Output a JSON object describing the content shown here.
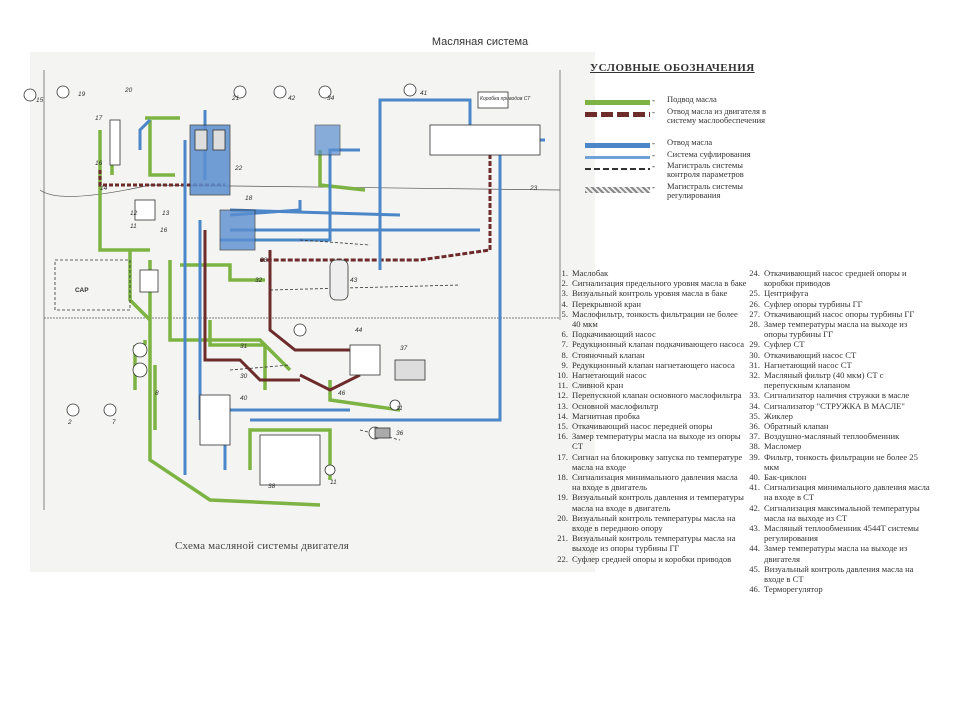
{
  "title": "Масляная система",
  "caption": "Схема масляной системы двигателя",
  "legend": {
    "title": "УСЛОВНЫЕ ОБОЗНАЧЕНИЯ",
    "items": [
      {
        "label": "Подвод масла",
        "color": "#7cb342",
        "style": "solid-green"
      },
      {
        "label": "Отвод масла из двигателя в систему маслообеспечения",
        "color": "#6d2b2b",
        "style": "brown-dashed"
      },
      {
        "label": "Отвод масла",
        "color": "#4a86c8",
        "style": "solid-blue"
      },
      {
        "label": "Система суфлирования",
        "color": "#6fa0d6",
        "style": "light-blue"
      },
      {
        "label": "Магистраль системы контроля параметров",
        "color": "#333333",
        "style": "thin-dashed"
      },
      {
        "label": "Магистраль системы регулирования",
        "color": "#999999",
        "style": "hatched"
      }
    ]
  },
  "parts_left": [
    {
      "n": "1.",
      "t": "Маслобак"
    },
    {
      "n": "2.",
      "t": "Сигнализация предельного уровня масла в баке"
    },
    {
      "n": "3.",
      "t": "Визуальный контроль уровня масла в баке"
    },
    {
      "n": "4.",
      "t": "Перекрывной кран"
    },
    {
      "n": "5.",
      "t": "Маслофильтр, тонкость фильтрации не более 40 мкм"
    },
    {
      "n": "6.",
      "t": "Подкачивающий насос"
    },
    {
      "n": "7.",
      "t": "Редукционный клапан подкачивающего насоса"
    },
    {
      "n": "8.",
      "t": "Стояночный клапан"
    },
    {
      "n": "9.",
      "t": "Редукционный клапан нагнетающего насоса"
    },
    {
      "n": "10.",
      "t": "Нагнетающий насос"
    },
    {
      "n": "11.",
      "t": "Сливной кран"
    },
    {
      "n": "12.",
      "t": "Перепускной клапан основного маслофильтра"
    },
    {
      "n": "13.",
      "t": "Основной маслофильтр"
    },
    {
      "n": "14.",
      "t": "Магнитная пробка"
    },
    {
      "n": "15.",
      "t": "Откачивающий насос передней опоры"
    },
    {
      "n": "16.",
      "t": "Замер температуры масла на выходе из опоры СТ"
    },
    {
      "n": "17.",
      "t": "Сигнал на блокировку запуска по температуре масла на входе"
    },
    {
      "n": "18.",
      "t": "Сигнализация минимального давления масла на входе в двигатель"
    },
    {
      "n": "19.",
      "t": "Визуальный контроль давления и температуры масла на входе в двигатель"
    },
    {
      "n": "20.",
      "t": "Визуальный контроль температуры масла на входе в переднюю опору"
    },
    {
      "n": "21.",
      "t": "Визуальный контроль температуры масла на выходе из опоры турбины ГГ"
    },
    {
      "n": "22.",
      "t": "Суфлер средней опоры и коробки приводов"
    }
  ],
  "parts_right": [
    {
      "n": "24.",
      "t": "Откачивающий насос средней опоры и коробки приводов"
    },
    {
      "n": "25.",
      "t": "Центрифуга"
    },
    {
      "n": "26.",
      "t": "Суфлер опоры турбины ГГ"
    },
    {
      "n": "27.",
      "t": "Откачивающий насос опоры турбины ГГ"
    },
    {
      "n": "28.",
      "t": "Замер температуры масла на выходе из опоры турбины ГГ"
    },
    {
      "n": "29.",
      "t": "Суфлер СТ"
    },
    {
      "n": "30.",
      "t": "Откачивающий насос СТ"
    },
    {
      "n": "31.",
      "t": "Нагнетающий насос СТ"
    },
    {
      "n": "32.",
      "t": "Масляный фильтр (40 мкм) СТ с перепускным клапаном"
    },
    {
      "n": "33.",
      "t": "Сигнализатор наличия стружки в масле"
    },
    {
      "n": "34.",
      "t": "Сигнализатор \"СТРУЖКА В МАСЛЕ\""
    },
    {
      "n": "35.",
      "t": "Жиклер"
    },
    {
      "n": "36.",
      "t": "Обратный клапан"
    },
    {
      "n": "37.",
      "t": "Воздушно-масляный теплообменник"
    },
    {
      "n": "38.",
      "t": "Масломер"
    },
    {
      "n": "39.",
      "t": "Фильтр, тонкость фильтрации не более 25 мкм"
    },
    {
      "n": "40.",
      "t": "Бак-циклон"
    },
    {
      "n": "41.",
      "t": "Сигнализация минимального давления масла на входе в СТ"
    },
    {
      "n": "42.",
      "t": "Сигнализация максимальной температуры масла на выходе из СТ"
    },
    {
      "n": "43.",
      "t": "Масляный теплообменник 4544Т системы регулирования"
    },
    {
      "n": "44.",
      "t": "Замер температуры масла на выходе из двигателя"
    },
    {
      "n": "45.",
      "t": "Визуальный контроль давления масла на входе в СТ"
    },
    {
      "n": "46.",
      "t": "Терморегулятор"
    }
  ],
  "diagram_labels": {
    "cap": "САР",
    "box_top_right": "Коробка приводов СТ",
    "callouts": [
      "15",
      "19",
      "20",
      "21",
      "42",
      "43",
      "34",
      "41",
      "17",
      "16",
      "14",
      "12",
      "13",
      "11",
      "22",
      "18",
      "23",
      "25",
      "32",
      "33",
      "36",
      "37",
      "35",
      "38",
      "39",
      "40",
      "44",
      "45",
      "46",
      "2",
      "7",
      "1",
      "30",
      "31"
    ]
  },
  "colors": {
    "supply": "#7cb342",
    "return_brown": "#6d2b2b",
    "drain_blue": "#4a86c8",
    "breather": "#6fa0d6"
  }
}
